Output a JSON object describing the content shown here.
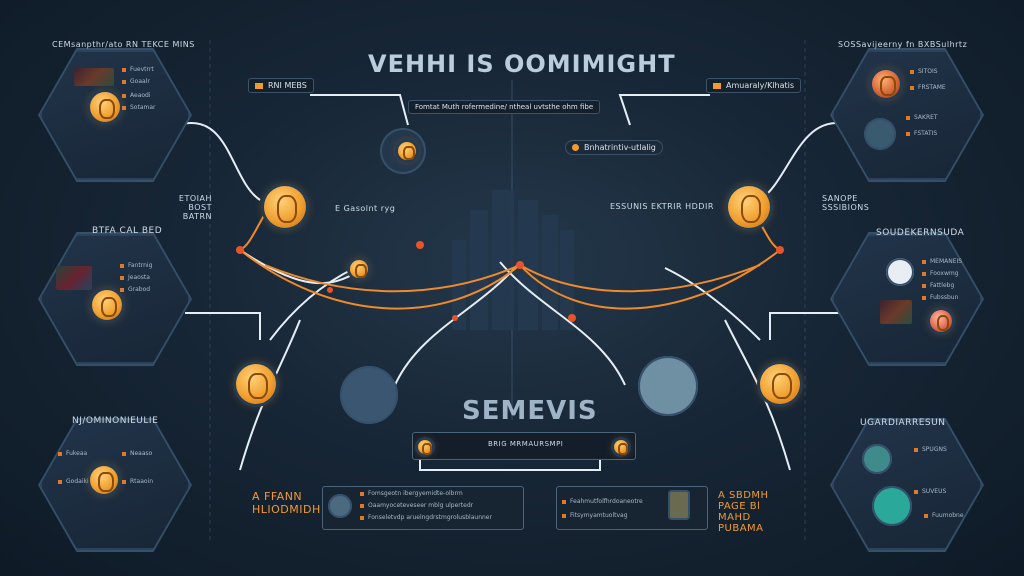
{
  "main_title": "VEHHI IS OOMIMIGHT",
  "center_title": "SEMEVIS",
  "header_tags": {
    "top_left": "RNI MEBS",
    "top_right": "Amuaraly/Klhatis",
    "subtitle": "Fomtat Muth rofermedine/ ntheal uvtsthe ohm fibe",
    "center_pill": "Bnhatrintiv-utlalig"
  },
  "mid_labels": {
    "left": "E Gasolnt ryg",
    "right": "ESSUNIS EKTRIR HDDIR"
  },
  "bottom_bar": {
    "label": "BRIG MRMAURSMPI"
  },
  "hex_panels": [
    {
      "id": "top_left",
      "title": "CEMsanpthr/ato RN TEKCE MINS",
      "bullets": [
        "Fuevtrrt",
        "Goaalr",
        "Aeaodi",
        "Sotamar"
      ]
    },
    {
      "id": "mid_left",
      "title": "BTFA CAL BED",
      "bullets": [
        "Fantrnig",
        "Jeaosta",
        "Grabod"
      ]
    },
    {
      "id": "bottom_left",
      "title": "NJ/OMINONIEULIE",
      "bullets": [
        "Fukeaa",
        "Neaaso",
        "Godaiki",
        "Rtaaoin"
      ]
    },
    {
      "id": "top_right",
      "title": "SOSSavijeerny fn BXBSulhrtz",
      "bullets": [
        "SITOIS",
        "FRSTAME",
        "SAKRET",
        "FSTATIS"
      ]
    },
    {
      "id": "mid_right",
      "title": "SOUDEKERNSUDA",
      "bullets": [
        "MEMANEIS",
        "Fooxwmg",
        "Fattlebg",
        "Fubssbun"
      ]
    },
    {
      "id": "bottom_right",
      "title": "UGARDIARRESUN",
      "bullets": [
        "SPUGNS",
        "SUVEUS",
        "Fuumobne"
      ]
    }
  ],
  "side_labels": {
    "left_upper": "ETOIAH BOST BATRN",
    "right_upper": "SANOPE SSSIBIONS"
  },
  "footer": {
    "left_caption": "A FFANN HLIODMIDH",
    "right_caption": "A SBDMH PAGE Bl MAHD PUBAMA",
    "panel_a": [
      "Fomsgeotn ibergyemidte-olbrm",
      "Oaamyoceteveseer mblg ulpertedr",
      "Fonseletvdp aruelngdrstmgrolusblaunner"
    ],
    "panel_b": [
      "Feahmutfolfhrdoaneotre",
      "Fitsymyamtuoltvag"
    ]
  },
  "colors": {
    "accent": "#f29a2e",
    "line_white": "#e6eef5",
    "line_orange": "#f08a2a",
    "node_red": "#e8542a"
  }
}
